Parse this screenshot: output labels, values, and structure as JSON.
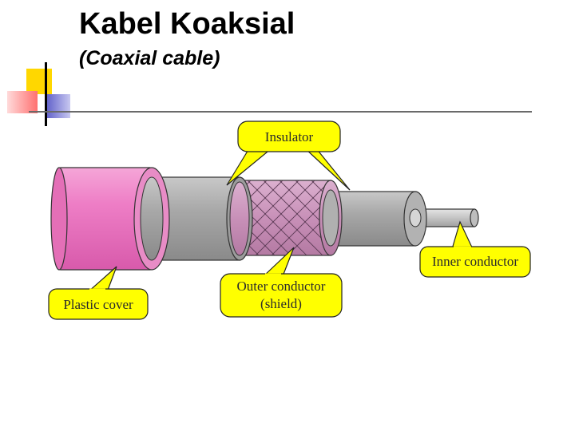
{
  "slide": {
    "title": "Kabel Koaksial",
    "subtitle": "(Coaxial cable)"
  },
  "diagram": {
    "callouts": {
      "insulator": "Insulator",
      "inner_conductor": "Inner conductor",
      "outer_conductor_line1": "Outer conductor",
      "outer_conductor_line2": "(shield)",
      "plastic_cover": "Plastic cover"
    },
    "colors": {
      "callout_fill": "#ffff00",
      "plastic_cover": "#ee82c8",
      "insulator_gray": "#a8a8a8",
      "shield_mesh": "#c890b8",
      "inner_conductor": "#c4c4c4"
    }
  },
  "decoration": {
    "colors": [
      "#ffd700",
      "#ff7b7b",
      "#6b6bd6",
      "#000000"
    ]
  }
}
